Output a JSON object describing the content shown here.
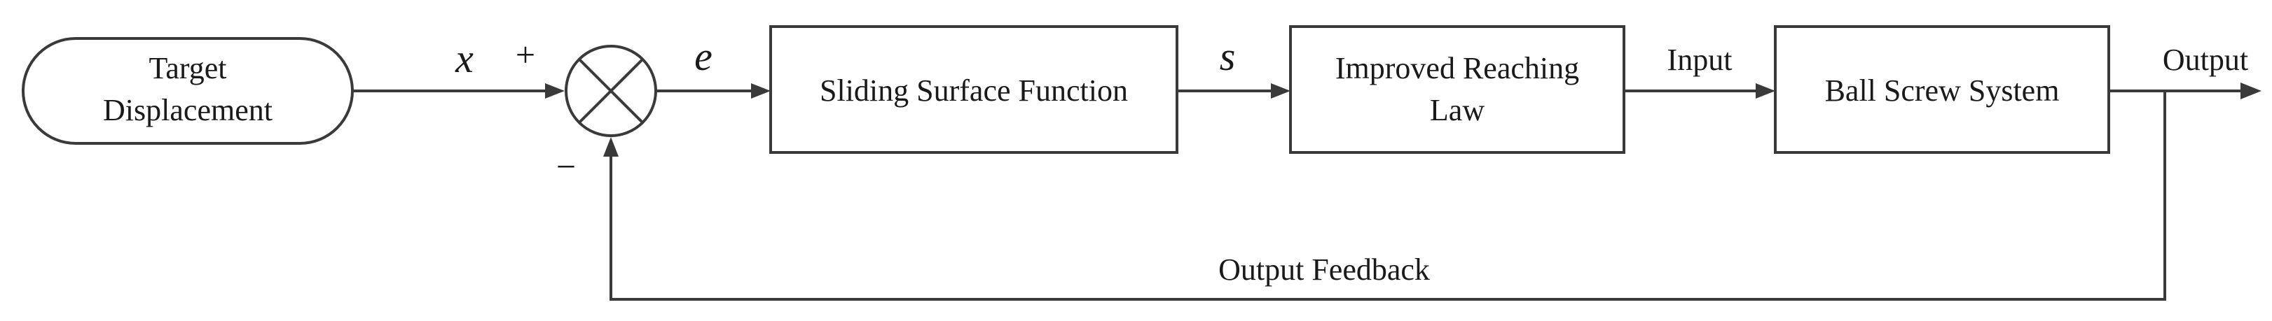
{
  "diagram": {
    "source": {
      "line1": "Target",
      "line2": "Displacement"
    },
    "signals": {
      "x": "x",
      "plus": "+",
      "minus": "−",
      "e": "e",
      "s": "s",
      "input": "Input",
      "output": "Output",
      "feedback": "Output Feedback"
    },
    "blocks": {
      "sliding_surface": {
        "line1": "Sliding Surface Function"
      },
      "reaching_law": {
        "line1": "Improved Reaching",
        "line2": "Law"
      },
      "plant": {
        "line1": "Ball Screw System"
      }
    }
  }
}
